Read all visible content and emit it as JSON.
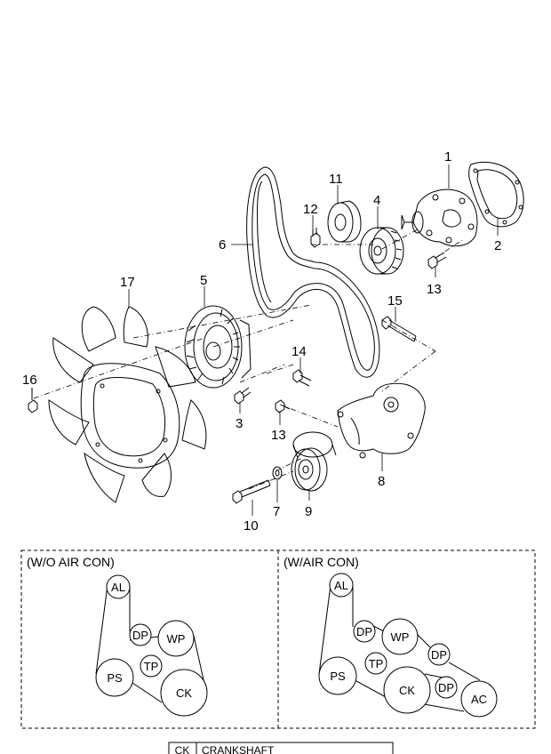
{
  "callouts": {
    "p1": "1",
    "p2": "2",
    "p3": "3",
    "p4": "4",
    "p5": "5",
    "p6": "6",
    "p7": "7",
    "p8": "8",
    "p9": "9",
    "p10": "10",
    "p11": "11",
    "p12": "12",
    "p13a": "13",
    "p13b": "13",
    "p14": "14",
    "p15": "15",
    "p16": "16",
    "p17": "17"
  },
  "panels": {
    "left": {
      "title": "(W/O AIR CON)",
      "pulleys": {
        "al": "AL",
        "dp": "DP",
        "wp": "WP",
        "ps": "PS",
        "tp": "TP",
        "ck": "CK"
      }
    },
    "right": {
      "title": "(W/AIR CON)",
      "pulleys": {
        "al": "AL",
        "dp1": "DP",
        "wp": "WP",
        "dp2": "DP",
        "ps": "PS",
        "tp": "TP",
        "ck": "CK",
        "dp3": "DP",
        "ac": "AC"
      }
    }
  },
  "legend": {
    "code": "CK",
    "text": "CRANKSHAFT"
  }
}
